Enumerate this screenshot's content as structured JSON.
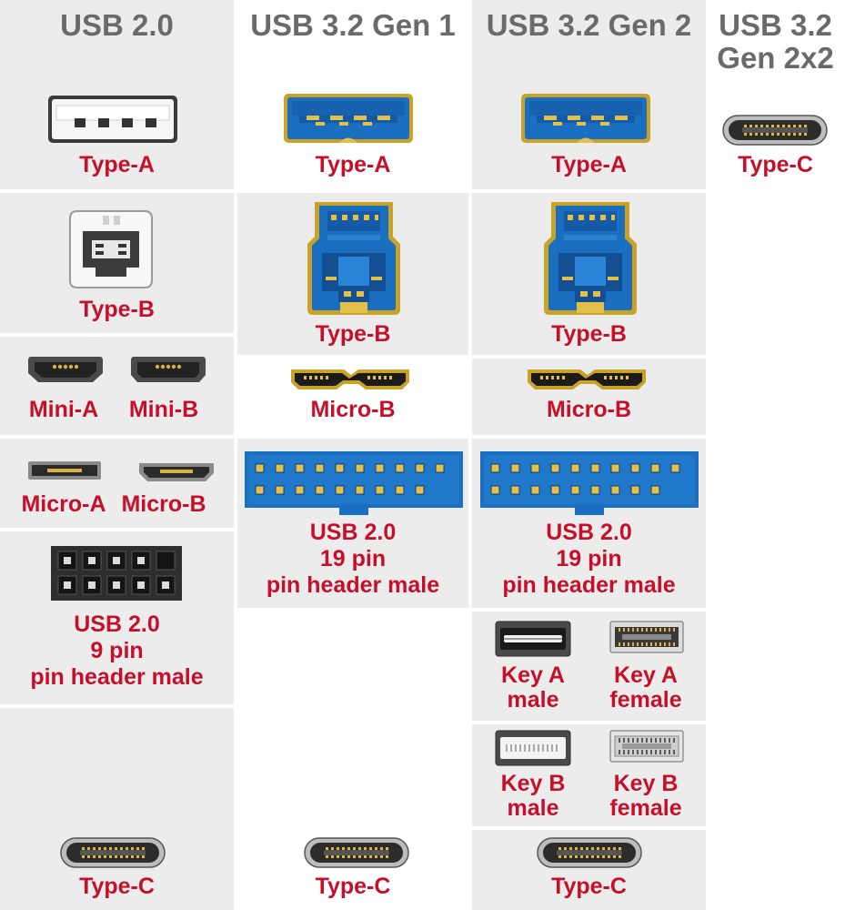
{
  "columns": [
    {
      "header": "USB 2.0"
    },
    {
      "header": "USB 3.2 Gen 1"
    },
    {
      "header": "USB 3.2 Gen 2"
    },
    {
      "header_line1": "USB 3.2",
      "header_line2": "Gen 2x2"
    }
  ],
  "usb2": {
    "type_a": "Type-A",
    "type_b": "Type-B",
    "mini_a": "Mini-A",
    "mini_b": "Mini-B",
    "micro_a": "Micro-A",
    "micro_b": "Micro-B",
    "header_line1": "USB 2.0",
    "header_line2": "9 pin",
    "header_line3": "pin header male",
    "type_c": "Type-C"
  },
  "gen1": {
    "type_a": "Type-A",
    "type_b": "Type-B",
    "micro_b": "Micro-B",
    "header_line1": "USB 2.0",
    "header_line2": "19 pin",
    "header_line3": "pin header male",
    "type_c": "Type-C"
  },
  "gen2": {
    "type_a": "Type-A",
    "type_b": "Type-B",
    "micro_b": "Micro-B",
    "header_line1": "USB 2.0",
    "header_line2": "19 pin",
    "header_line3": "pin header male",
    "key_a_male_1": "Key A",
    "key_a_male_2": "male",
    "key_a_female_1": "Key A",
    "key_a_female_2": "female",
    "key_b_male_1": "Key B",
    "key_b_male_2": "male",
    "key_b_female_1": "Key B",
    "key_b_female_2": "female",
    "type_c": "Type-C"
  },
  "gen2x2": {
    "type_c": "Type-C"
  },
  "colors": {
    "label": "#c4102a",
    "header": "#6a6a6a",
    "shade": "#ececec",
    "usb3_blue": "#1b6fc0",
    "gold": "#c9a227"
  }
}
